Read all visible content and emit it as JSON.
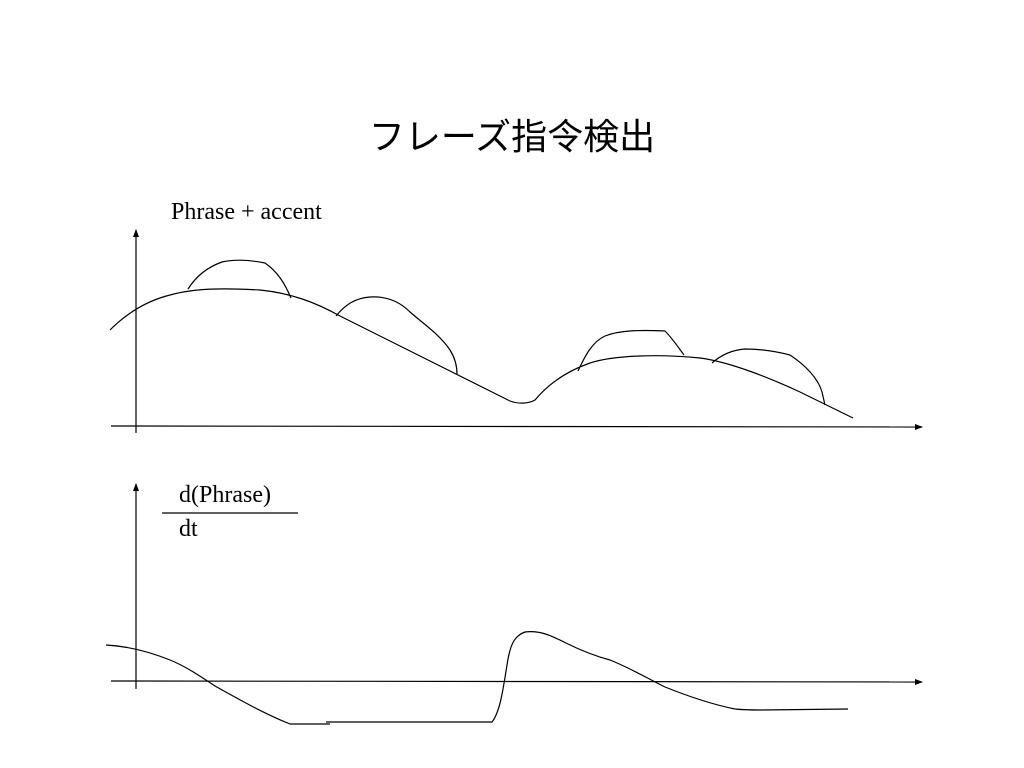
{
  "title": "フレーズ指令検出",
  "top_panel": {
    "label": "Phrase + accent"
  },
  "bottom_panel": {
    "numerator": "d(Phrase)",
    "denominator": "dt"
  }
}
